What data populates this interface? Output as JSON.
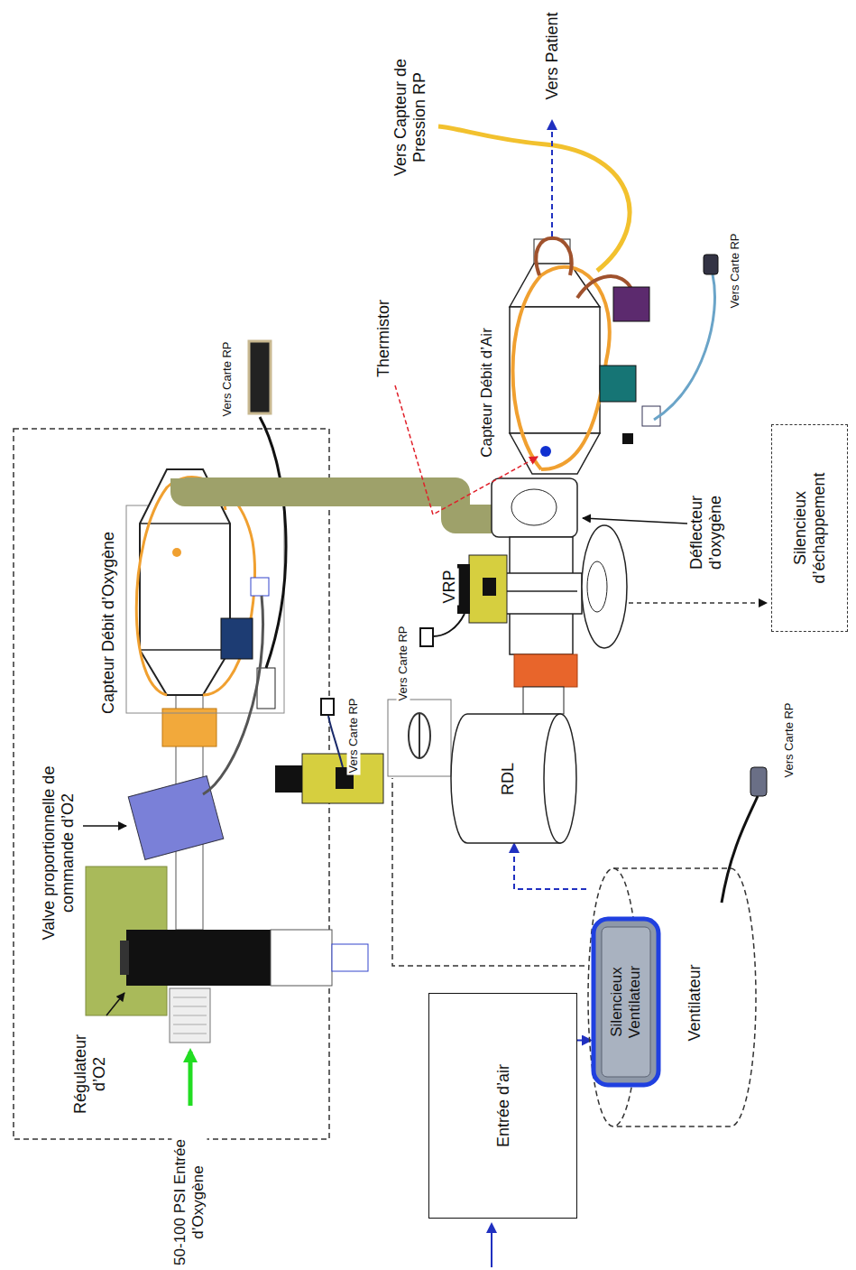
{
  "diagram": {
    "nodes": [
      {
        "text": [
          "Entrée d’air"
        ]
      },
      {
        "text": [
          "Ventilateur"
        ]
      },
      {
        "text": [
          "Silencieux Ventilateur"
        ],
        "in": 1
      },
      {
        "text": [
          "RDL"
        ]
      },
      {
        "text": [
          "Silencieux d’échappement"
        ]
      }
    ],
    "edges": [
      {
        "from": 0,
        "to": 2,
        "arrow": "to"
      },
      {
        "from": 1,
        "to": 3,
        "arrow": "to"
      }
    ],
    "labels": [
      "Vers Patient",
      "Vers Capteur de Pression RP",
      "Thermistor",
      "Capteur Débit d’Air",
      "Vers Carte RP",
      "Déflecteur d’oxygène",
      "VRP",
      "Vers Carte RP",
      "Vers Carte RP",
      "Vers Carte RP",
      "Vers Carte RP",
      "Capteur Débit d’Oxygène",
      "Valve proportionnelle de commande d’O2",
      "Régulateur d’O2",
      "50-100 PSI Entrée d’Oxygène"
    ]
  }
}
